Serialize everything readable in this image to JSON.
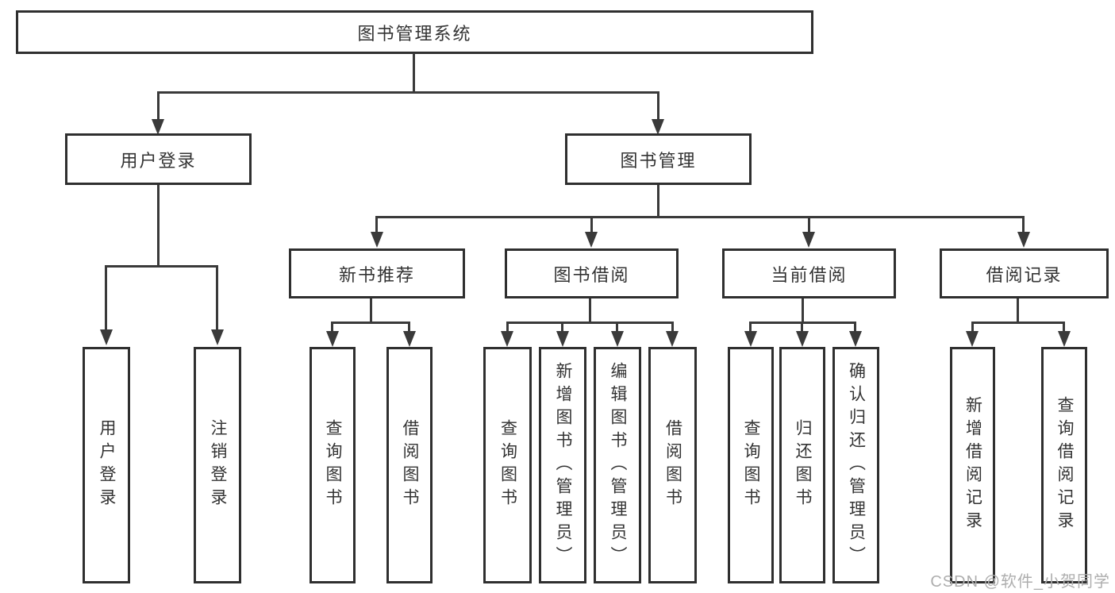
{
  "diagram": {
    "type": "tree-structure-chart",
    "colors": {
      "line": "#3a3a3a",
      "box_border": "#2f2f2f",
      "box_fill": "#ffffff",
      "text": "#333333",
      "watermark": "#aeaeae",
      "background": "#ffffff"
    },
    "root": {
      "label": "图书管理系统"
    },
    "branches": [
      {
        "label": "用户登录",
        "children": [
          {
            "label": "用户登录"
          },
          {
            "label": "注销登录"
          }
        ]
      },
      {
        "label": "图书管理",
        "children": [
          {
            "label": "新书推荐",
            "children": [
              {
                "label": "查询图书"
              },
              {
                "label": "借阅图书"
              }
            ]
          },
          {
            "label": "图书借阅",
            "children": [
              {
                "label": "查询图书"
              },
              {
                "label": "新增图书（管理员）"
              },
              {
                "label": "编辑图书（管理员）"
              },
              {
                "label": "借阅图书"
              }
            ]
          },
          {
            "label": "当前借阅",
            "children": [
              {
                "label": "查询图书"
              },
              {
                "label": "归还图书"
              },
              {
                "label": "确认归还（管理员）"
              }
            ]
          },
          {
            "label": "借阅记录",
            "children": [
              {
                "label": "新增借阅记录"
              },
              {
                "label": "查询借阅记录"
              }
            ]
          }
        ]
      }
    ],
    "watermark": {
      "text": "CSDN @软件_小贺同学"
    }
  }
}
